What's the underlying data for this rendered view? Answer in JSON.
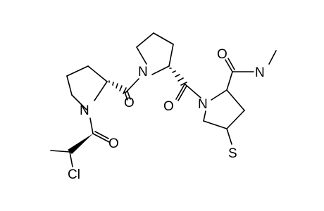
{
  "molecule": {
    "atom_labels": {
      "n1": "N",
      "n2": "N",
      "n3": "N",
      "n4": "N",
      "o1": "O",
      "o2": "O",
      "o3": "O",
      "o4": "O",
      "cl": "Cl",
      "s": "S"
    }
  }
}
